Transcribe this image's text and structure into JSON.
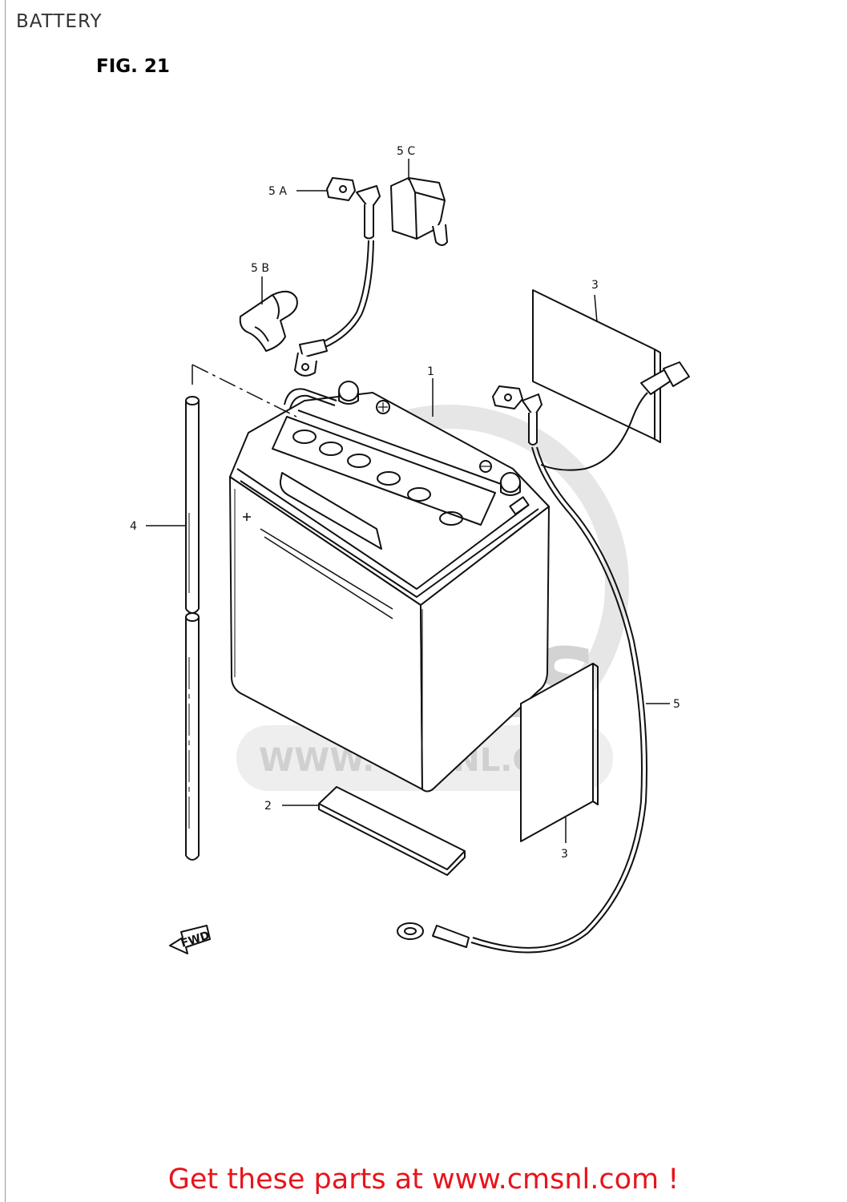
{
  "page": {
    "title": "BATTERY",
    "figure_label": "FIG. 21"
  },
  "watermark": {
    "logo_text": "CMS",
    "url_text": "WWW.CMSNL.COM"
  },
  "callouts": {
    "battery": "1",
    "pad": "2",
    "sheet_top": "3",
    "sheet_front": "3",
    "breather_tube": "4",
    "lead_wire": "5",
    "terminal_5a": "5 A",
    "cap_5b": "5 B",
    "cap_5c": "5 C"
  },
  "direction_label": "FWD",
  "footer": {
    "link_text": "Get these parts at www.cmsnl.com !"
  },
  "colors": {
    "footer_red": "#e8141b",
    "watermark_gray": "#d9d9d9",
    "line_black": "#111111"
  }
}
